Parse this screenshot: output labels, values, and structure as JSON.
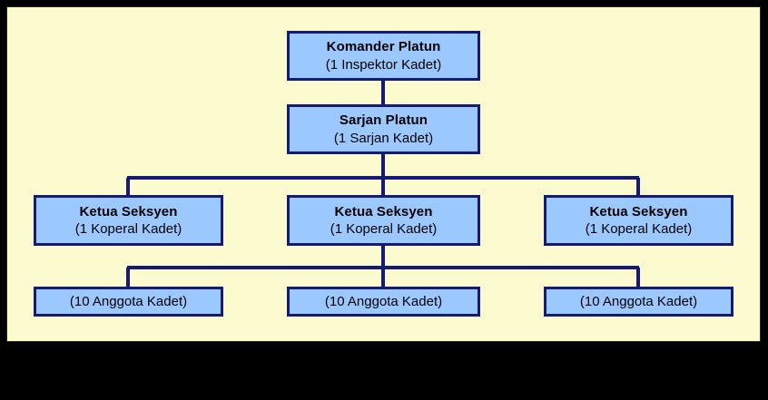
{
  "diagram": {
    "title_text": "",
    "canvas_color": "#FCFBCF",
    "box_fill_color": "#9BC9FF",
    "box_border_color": "#151B73",
    "connector_color": "#151B73",
    "frame_color": "#000000",
    "levels": [
      {
        "level": 1,
        "nodes": [
          {
            "id": "komander",
            "title": "Komander Platun",
            "sub": "(1 Inspektor Kadet)"
          }
        ]
      },
      {
        "level": 2,
        "nodes": [
          {
            "id": "sarjan",
            "title": "Sarjan Platun",
            "sub": "(1 Sarjan Kadet)"
          }
        ]
      },
      {
        "level": 3,
        "nodes": [
          {
            "id": "ketua1",
            "title": "Ketua Seksyen",
            "sub": "(1 Koperal Kadet)"
          },
          {
            "id": "ketua2",
            "title": "Ketua Seksyen",
            "sub": "(1 Koperal Kadet)"
          },
          {
            "id": "ketua3",
            "title": "Ketua Seksyen",
            "sub": "(1 Koperal Kadet)"
          }
        ]
      },
      {
        "level": 4,
        "nodes": [
          {
            "id": "anggota1",
            "title": "",
            "sub": "(10 Anggota Kadet)"
          },
          {
            "id": "anggota2",
            "title": "",
            "sub": "(10 Anggota Kadet)"
          },
          {
            "id": "anggota3",
            "title": "",
            "sub": "(10 Anggota Kadet)"
          }
        ]
      }
    ]
  }
}
